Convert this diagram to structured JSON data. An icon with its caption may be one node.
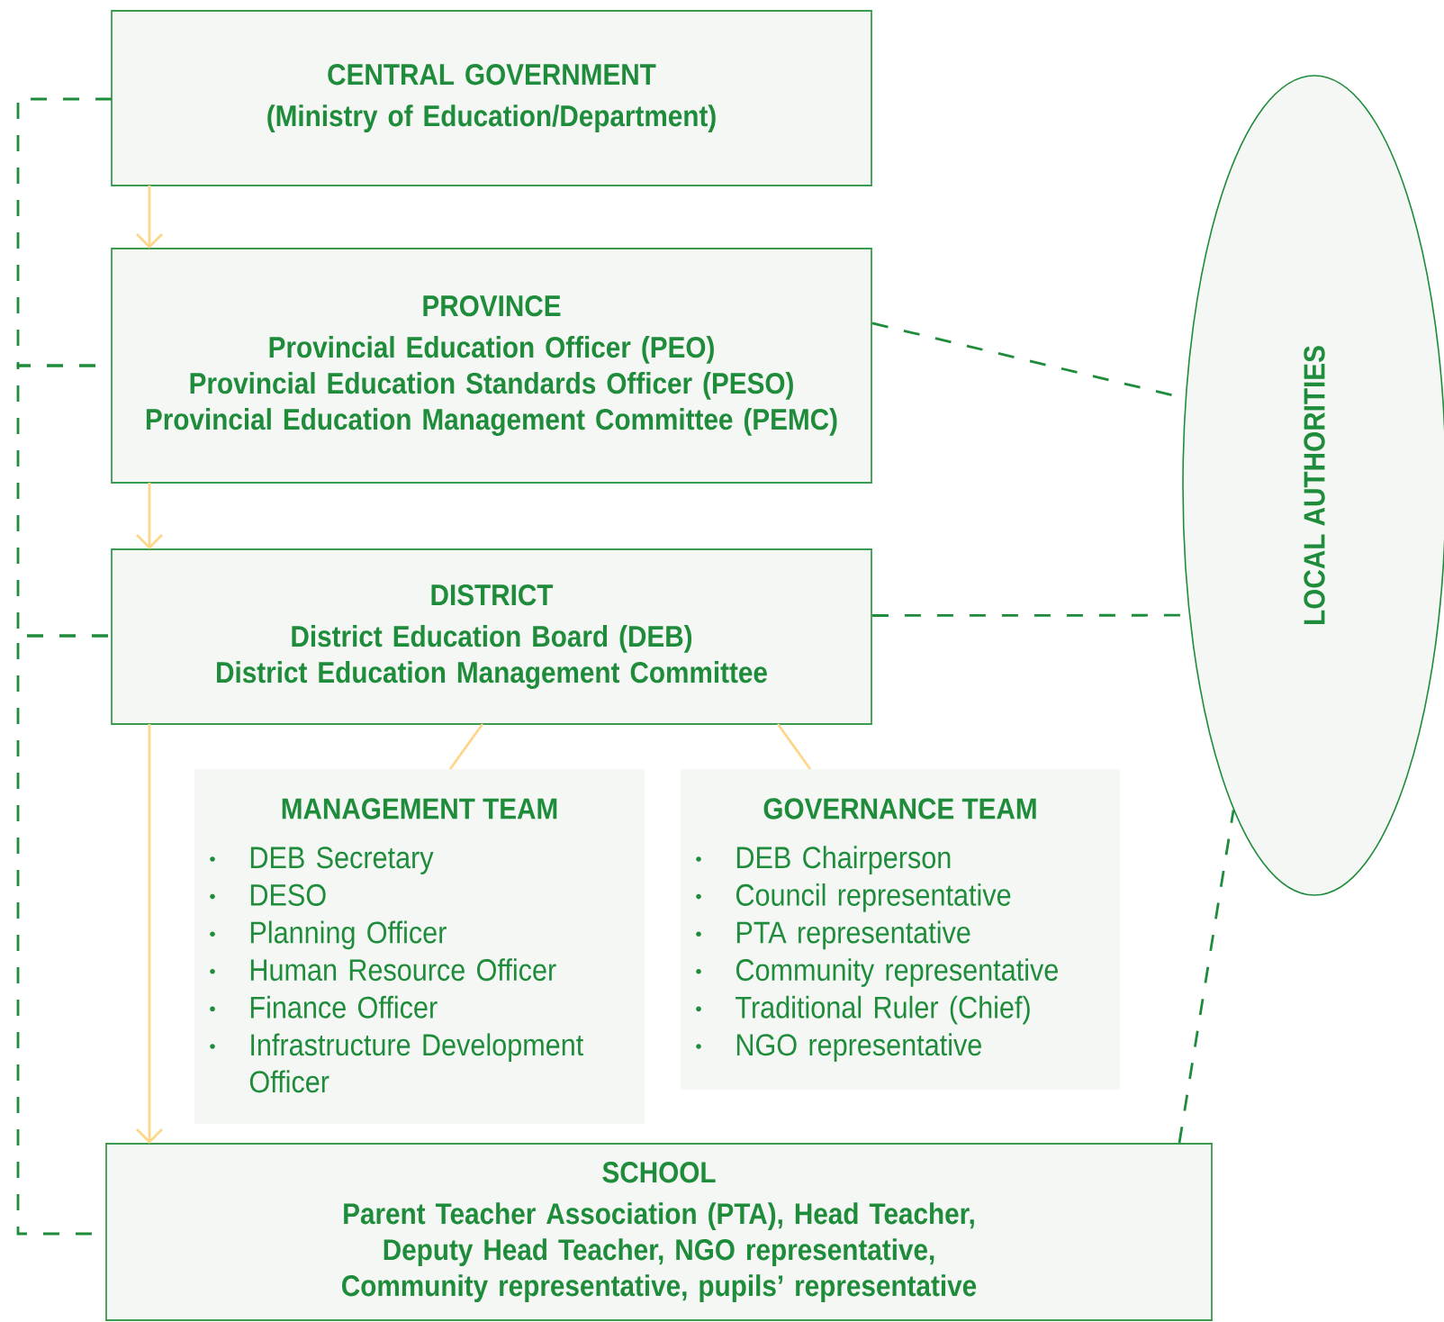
{
  "diagram": {
    "nodes": [
      {
        "text": [
          "CENTRAL GOVERNMENT",
          "(Ministry of Education/Department)"
        ]
      },
      {
        "text": [
          "PROVINCE",
          "Provincial Education Officer (PEO)",
          "Provincial Education Standards Officer (PESO)",
          "Provincial Education Management Committee (PEMC)"
        ]
      },
      {
        "text": [
          "DISTRICT",
          "District Education Board (DEB)",
          "District Education Management Committee"
        ]
      },
      {
        "text": [
          "MANAGEMENT TEAM",
          "DEB Secretary",
          "DESO",
          "Planning Officer",
          "Human Resource Officer",
          "Finance Officer",
          "Infrastructure Development Officer"
        ]
      },
      {
        "text": [
          "GOVERNANCE TEAM",
          "DEB Chairperson",
          "Council representative",
          "PTA representative",
          "Community representative",
          "Traditional Ruler (Chief)",
          "NGO representative"
        ]
      },
      {
        "text": [
          "SCHOOL",
          "Parent Teacher Association (PTA), Head Teacher, Deputy Head Teacher, NGO representative, Community representative, pupils’ representative"
        ]
      },
      {
        "text": [
          "LOCAL AUTHORITIES"
        ]
      }
    ],
    "edges": [
      {
        "from": 0,
        "to": 1,
        "arrow": "to",
        "color": "#fdd68a"
      },
      {
        "from": 1,
        "to": 2,
        "arrow": "to",
        "color": "#fdd68a"
      },
      {
        "from": 2,
        "to": 5,
        "arrow": "to",
        "color": "#fdd68a"
      },
      {
        "from": 2,
        "to": 3,
        "arrow": "none",
        "color": "#fdd68a"
      },
      {
        "from": 2,
        "to": 4,
        "arrow": "none",
        "color": "#fdd68a"
      },
      {
        "from": 0,
        "to": 1,
        "arrow": "none",
        "style": "dashed"
      },
      {
        "from": 1,
        "to": 2,
        "arrow": "none",
        "style": "dashed"
      },
      {
        "from": 2,
        "to": 5,
        "arrow": "none",
        "style": "dashed"
      },
      {
        "from": 1,
        "to": 6,
        "arrow": "none",
        "style": "dashed"
      },
      {
        "from": 2,
        "to": 6,
        "arrow": "none",
        "style": "dashed"
      },
      {
        "from": 5,
        "to": 6,
        "arrow": "none",
        "style": "dashed"
      }
    ]
  }
}
